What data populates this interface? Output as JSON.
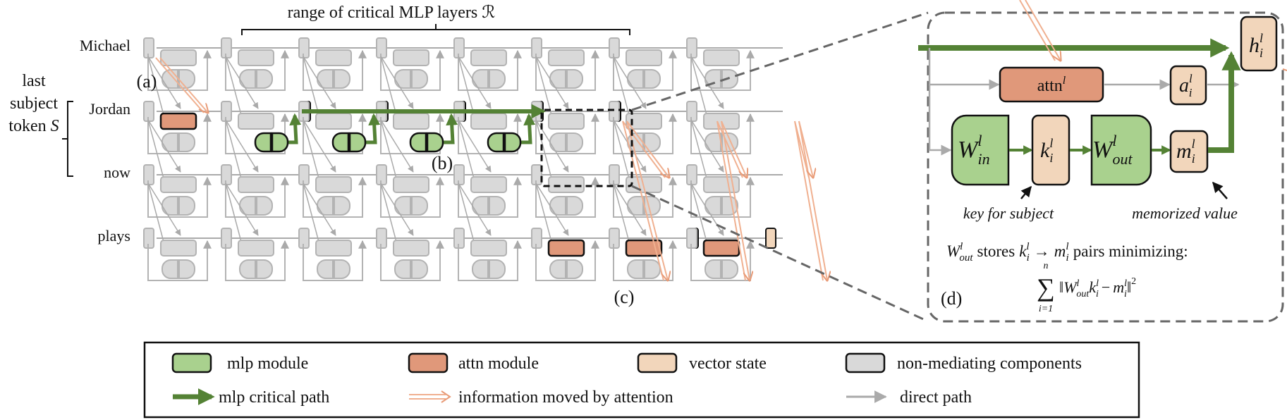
{
  "colors": {
    "mlp_fill": "#a9d18e",
    "attn_fill": "#e0987a",
    "state_fill": "#f2d6bb",
    "gray_fill": "#d9d9d9",
    "gray_stroke": "#b3b3b3",
    "green_path": "#548235",
    "attn_arrow": "#f0b090",
    "direct_arrow": "#aaaaaa",
    "dash": "#666666"
  },
  "tokens": [
    "Michael",
    "Jordan",
    "now",
    "plays"
  ],
  "range_label": "range of critical MLP layers ℛ",
  "subject_label": {
    "line1": "last",
    "line2": "subject",
    "line3_text": "token",
    "line3_symbol": "S"
  },
  "markers": {
    "a": "(a)",
    "b": "(b)",
    "c": "(c)",
    "d": "(d)"
  },
  "zoom": {
    "attn_base": "attn",
    "sup_l": "l",
    "sub_i": "i",
    "h_base": "h",
    "a_base": "a",
    "k_base": "k",
    "m_base": "m",
    "W_base": "W",
    "in_sub": "in",
    "out_sub": "out",
    "key_caption": "key for subject",
    "mem_caption": "memorized value",
    "stores_text": "stores",
    "arrow_symbol": "→",
    "pairs_text": "pairs minimizing:",
    "sum_symbol": "∑",
    "sum_top": "n",
    "sum_bottom": "i=1",
    "norm_open": "‖",
    "norm_close": "‖",
    "minus": "−",
    "square": "2"
  },
  "legend": {
    "mlp_module": "mlp module",
    "attn_module": "attn module",
    "vector_state": "vector state",
    "non_mediating": "non-mediating components",
    "mlp_path": "mlp critical path",
    "attn_info": "information moved by attention",
    "direct_path": "direct path"
  }
}
